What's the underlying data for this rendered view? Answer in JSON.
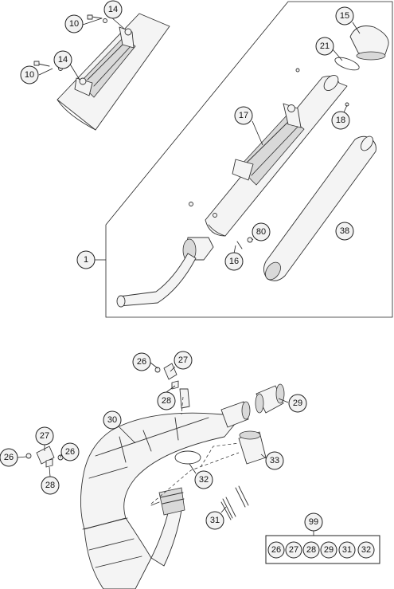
{
  "callouts": {
    "c14a": "14",
    "c10a": "10",
    "c14b": "14",
    "c10b": "10",
    "c15": "15",
    "c21": "21",
    "c17": "17",
    "c18": "18",
    "c80": "80",
    "c38": "38",
    "c1": "1",
    "c16": "16",
    "c26a": "26",
    "c27a": "27",
    "c28a": "28",
    "c29": "29",
    "c30": "30",
    "c27b": "27",
    "c26b": "26",
    "c26c": "26",
    "c28b": "28",
    "c32": "32",
    "c33": "33",
    "c31": "31",
    "c99": "99"
  },
  "kit_99": [
    "26",
    "27",
    "28",
    "29",
    "31",
    "32"
  ]
}
